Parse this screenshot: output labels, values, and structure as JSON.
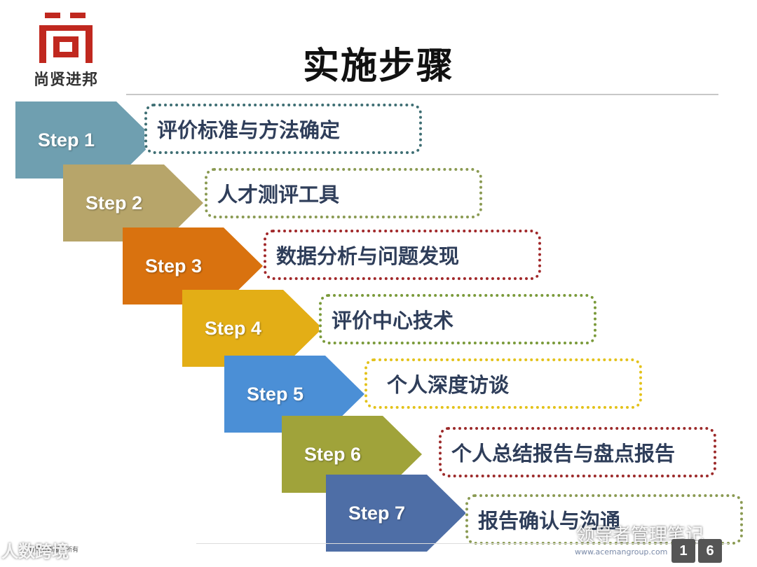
{
  "logo": {
    "text": "尚贤进邦"
  },
  "title": "实施步骤",
  "steps": [
    {
      "label": "Step 1",
      "text": "评价标准与方法确定",
      "color": "#6f9fb0",
      "border": "#3e6e73"
    },
    {
      "label": "Step 2",
      "text": "人才测评工具",
      "color": "#b7a56a",
      "border": "#8a9a52"
    },
    {
      "label": "Step 3",
      "text": "数据分析与问题发现",
      "color": "#d9720f",
      "border": "#a1282a"
    },
    {
      "label": "Step 4",
      "text": "评价中心技术",
      "color": "#e3ae16",
      "border": "#7a9a3a"
    },
    {
      "label": "Step 5",
      "text": "个人深度访谈",
      "color": "#4b8fd6",
      "border": "#e3c21a"
    },
    {
      "label": "Step 6",
      "text": "个人总结报告与盘点报告",
      "color": "#a0a33a",
      "border": "#9c2a2a"
    },
    {
      "label": "Step 7",
      "text": "报告确认与沟通",
      "color": "#4e6ea6",
      "border": "#8a9a52"
    }
  ],
  "footer": {
    "small_text": "尚贤进邦版权所有",
    "url": "www.acemangroup.com",
    "page": [
      "1",
      "6"
    ],
    "watermark_left": "人数跨境",
    "watermark_right": "领导者管理笔记"
  }
}
